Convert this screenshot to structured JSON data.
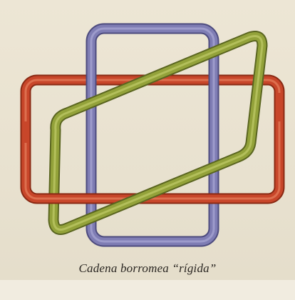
{
  "figure": {
    "caption": "Cadena borromea “rígida”",
    "rings": [
      {
        "name": "orange-rectangle",
        "color": "#c8462a"
      },
      {
        "name": "blue-rectangle",
        "color": "#7f7db4"
      },
      {
        "name": "green-parallelogram",
        "color": "#93a23a"
      }
    ]
  }
}
